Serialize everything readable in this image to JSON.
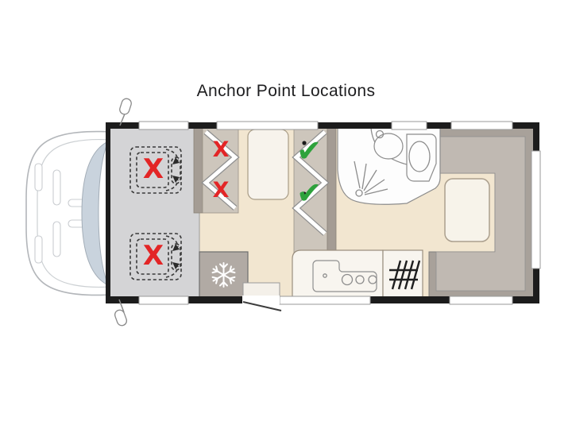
{
  "title": "Anchor Point Locations",
  "icons": {
    "x_mark": "X",
    "check": "✔",
    "snowflake": "❄"
  },
  "colors": {
    "background": "#ffffff",
    "title_text": "#1d1d1f",
    "wall": "#1c1c1c",
    "floor": "#f2e6d0",
    "cab_floor": "#d4d4d6",
    "windshield": "#c9d3dd",
    "bench": "#cdc6bc",
    "bench_back": "#a49c94",
    "table": "#f7f3ec",
    "bathroom": "#fdfdfd",
    "fridge": "#b1aaa4",
    "counter": "#f8f5ef",
    "bed_outer": "#a8a19a",
    "bed_inner": "#c0b9b2",
    "mattress": "#f7f3ea",
    "no_anchor_red": "#e32526",
    "anchor_green": "#2ea23c",
    "snowflake_white": "#ffffff"
  },
  "markers": [
    {
      "type": "no-anchor-x",
      "location": "cab-front-swivel-seat"
    },
    {
      "type": "no-anchor-x",
      "location": "cab-rear-swivel-seat"
    },
    {
      "type": "no-anchor-x",
      "location": "rear-facing-bench-seat-top"
    },
    {
      "type": "no-anchor-x",
      "location": "rear-facing-bench-seat-bottom"
    },
    {
      "type": "anchor-check",
      "location": "forward-facing-bench-seat-top"
    },
    {
      "type": "anchor-check",
      "location": "forward-facing-bench-seat-bottom"
    }
  ]
}
